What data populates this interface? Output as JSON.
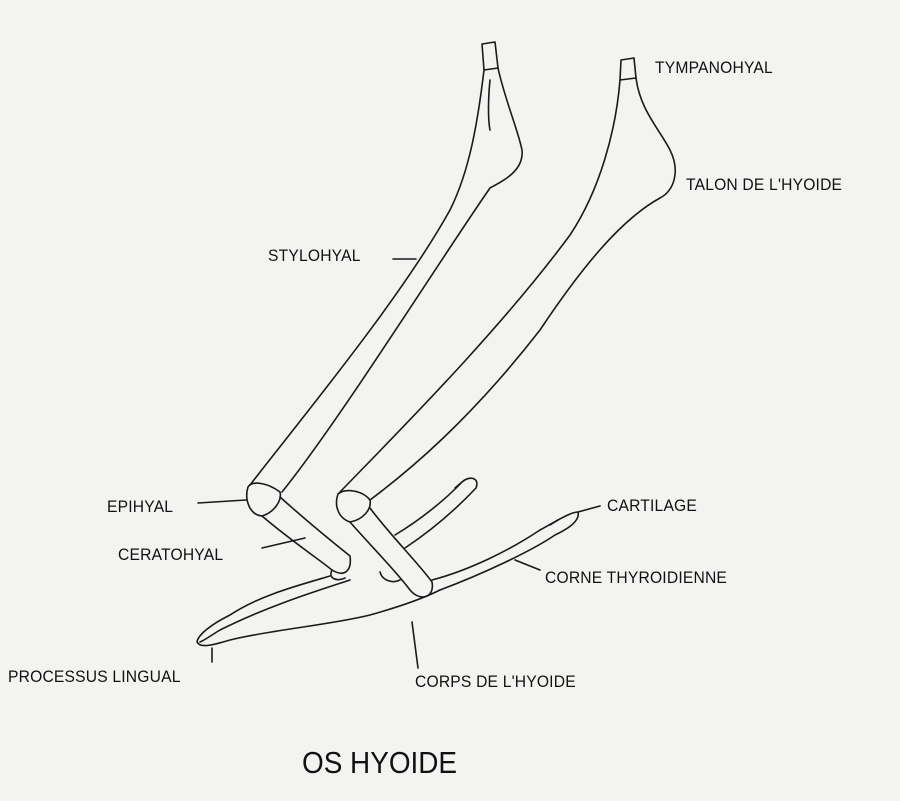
{
  "diagram": {
    "title": "OS HYOIDE",
    "labels": {
      "tympanohyal": "TYMPANOHYAL",
      "talon": "TALON DE L'HYOIDE",
      "stylohyal": "STYLOHYAL",
      "epihyal": "EPIHYAL",
      "ceratohyal": "CERATOHYAL",
      "cartilage": "CARTILAGE",
      "corne": "CORNE THYROIDIENNE",
      "processus": "PROCESSUS LINGUAL",
      "corps": "CORPS DE L'HYOIDE"
    }
  }
}
